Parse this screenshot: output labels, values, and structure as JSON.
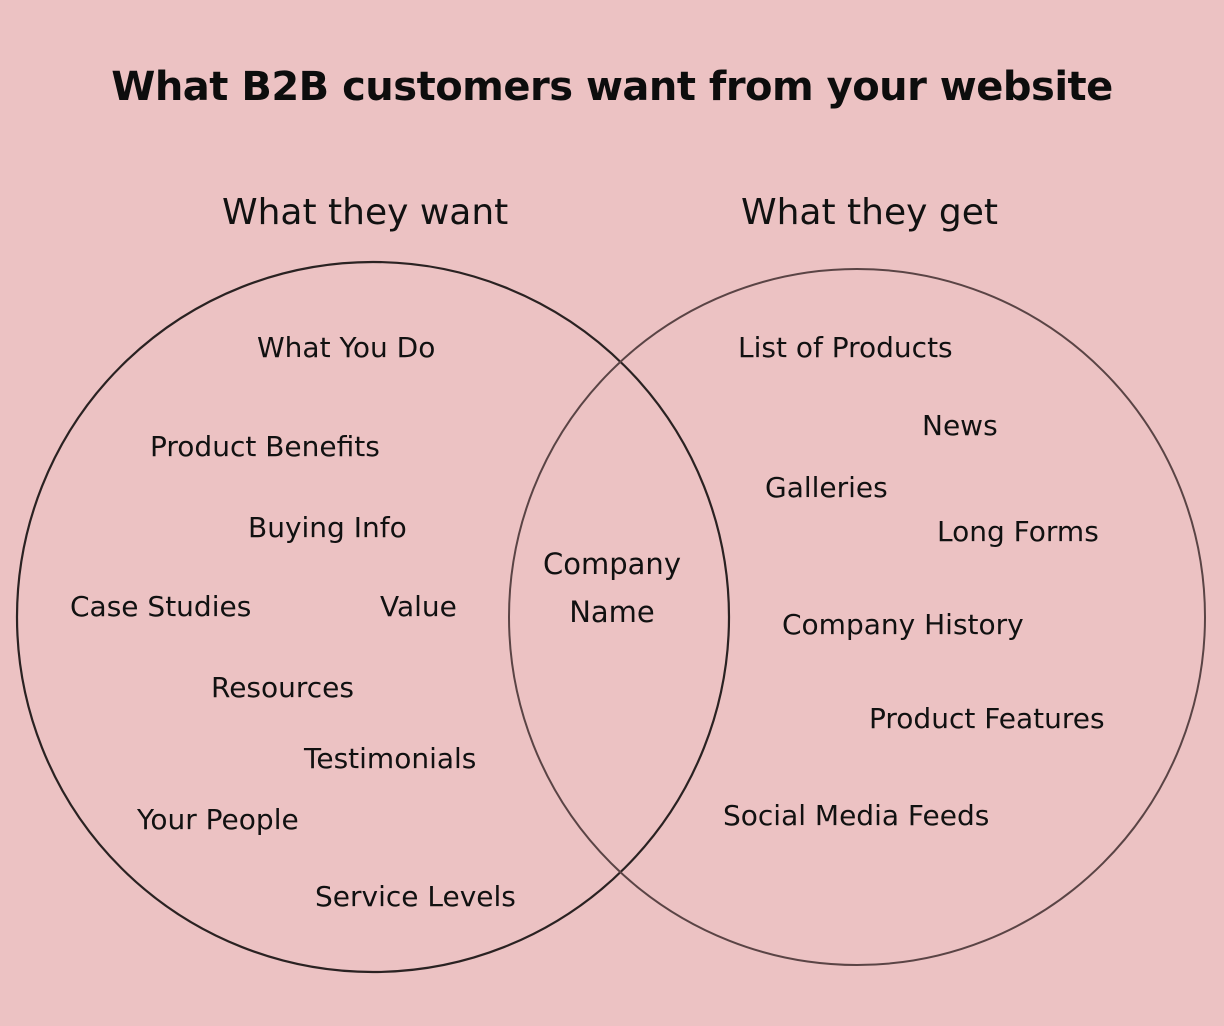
{
  "title": "What B2B customers want from your website",
  "left": {
    "heading": "What they want",
    "items": [
      "What You Do",
      "Product Benefits",
      "Buying Info",
      "Case Studies",
      "Value",
      "Resources",
      "Testimonials",
      "Your People",
      "Service Levels"
    ]
  },
  "right": {
    "heading": "What they get",
    "items": [
      "List of Products",
      "News",
      "Galleries",
      "Long Forms",
      "Company History",
      "Product Features",
      "Social Media Feeds"
    ]
  },
  "overlap": {
    "line1": "Company",
    "line2": "Name"
  },
  "colors": {
    "background": "#ecc2c3",
    "circle_stroke": "#5a4445",
    "text": "#111111"
  }
}
